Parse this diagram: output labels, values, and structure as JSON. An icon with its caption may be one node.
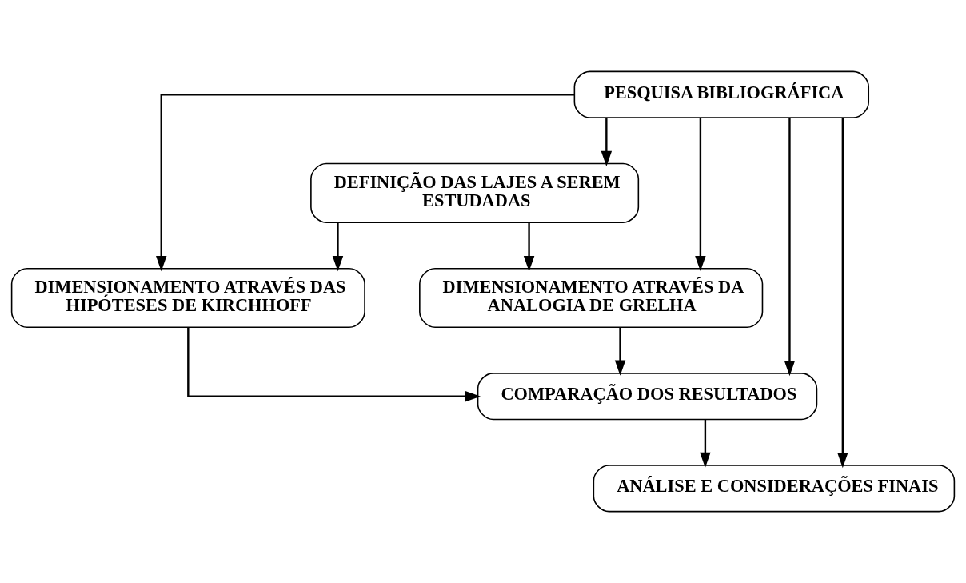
{
  "diagram": {
    "nodes": [
      {
        "text": [
          "PESQUISA BIBLIOGRÁFICA"
        ]
      },
      {
        "text": [
          "DEFINIÇÃO DAS LAJES A SEREM ESTUDADAS"
        ]
      },
      {
        "text": [
          "DIMENSIONAMENTO ATRAVÉS DAS HIPÓTESES DE KIRCHHOFF"
        ]
      },
      {
        "text": [
          "DIMENSIONAMENTO ATRAVÉS DA ANALOGIA DE GRELHA"
        ]
      },
      {
        "text": [
          "COMPARAÇÃO DOS RESULTADOS"
        ]
      },
      {
        "text": [
          "ANÁLISE E CONSIDERAÇÕES FINAIS"
        ]
      }
    ],
    "edges": [
      {
        "from": 0,
        "to": 1,
        "arrow": "to"
      },
      {
        "from": 0,
        "to": 2,
        "arrow": "to"
      },
      {
        "from": 0,
        "to": 4,
        "arrow": "to"
      },
      {
        "from": 0,
        "to": 5,
        "arrow": "to"
      },
      {
        "from": 0,
        "to": 3,
        "arrow": "to"
      },
      {
        "from": 1,
        "to": 2,
        "arrow": "to"
      },
      {
        "from": 1,
        "to": 3,
        "arrow": "to"
      },
      {
        "from": 2,
        "to": 4,
        "arrow": "to"
      },
      {
        "from": 3,
        "to": 4,
        "arrow": "to"
      },
      {
        "from": 4,
        "to": 5,
        "arrow": "to"
      }
    ]
  }
}
